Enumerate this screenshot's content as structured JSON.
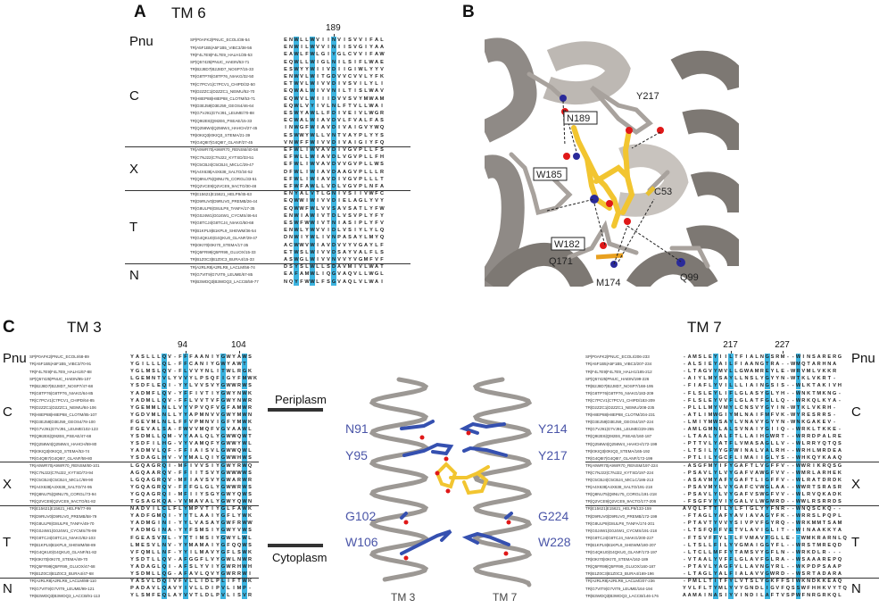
{
  "panel_a": {
    "letter": "A",
    "title": "TM 6",
    "position_labels": [
      "189"
    ],
    "groups": [
      "Pnu",
      "C",
      "X",
      "T",
      "N"
    ],
    "highlight_columns": [
      2,
      5,
      9
    ],
    "rows": [
      {
        "name": "SP|P0AFK2|PNUC_ECOLI/36-54",
        "seq": "ENWLLWVIINVISVVIFAL"
      },
      {
        "name": "TR|A5F1B5|A5F1B5_VIBC3/38-56",
        "seq": "ENWILWVVINIISVGIYAA"
      },
      {
        "name": "TR|F4L7E9|F4L7E9_HALH1/35-53",
        "seq": "EAWLFWLGIYGLCVVIFAW"
      },
      {
        "name": "SP|Q57425|PNUC_HAEIN/53-71",
        "seq": "EQWLLWIGLNILSIFLWAE"
      },
      {
        "name": "TR|B2J8D7|B2J8D7_NOSP7/15-33",
        "seq": "ESWYYWIIVDIIGIWLYYV"
      },
      {
        "name": "TR|G8TP76|G8TP76_NIAKG/32-50",
        "seq": "ENWVLWITGDVVCVVLYFK"
      },
      {
        "name": "TR|C7PCV1|C7PCV1_CHIPD/32-50",
        "seq": "ETWVLWIVVDIVSVILYLI"
      },
      {
        "name": "TR|D2ZZC1|D2ZZC1_NEIMU/52-70",
        "seq": "EQWALWIVVNILTISLWAV"
      },
      {
        "name": "TR|H8EP88|H8EP88_CLOTM/53-71",
        "seq": "EQWVLWIIIDVVSVYMWAM"
      },
      {
        "name": "TR|D3EJ59|D3EJ59_GEOS4/46-64",
        "seq": "EQWLVYIVLNLFTVLLWAI"
      },
      {
        "name": "TR|G7VJ91|G7VJ91_LEUME/70-88",
        "seq": "ESWYAWLLFDIVEIVLWGR"
      },
      {
        "name": "TR|Q9I2E6|Q9I2E6_PSEAE/15-33",
        "seq": "ECWALWIAVDVLFVALFAS"
      },
      {
        "name": "TR|Q256W4|Q256W4_HAHCH/27-45",
        "seq": "INWGFWIAVDIVAIGVYWQ"
      },
      {
        "name": "TR|I0KIQ3|I0KIQ3_STEMA/21-39",
        "seq": "ESWWYWLLVNTVAYPLYYS"
      },
      {
        "name": "TR|G4Q8I7|G4Q8I7_GLANF/27-45",
        "seq": "VNWFFWIVVDIVAIGIYFQ"
      },
      {
        "name": "TR|A9WR70|A9WR70_RENSM/40-58",
        "seq": "EFWLIWVAVDIVGVPLLFS"
      },
      {
        "name": "TR|C7NJ22|C7NJ22_KYTSD/33-51",
        "seq": "EFWLLWIAVDLVGVPLLFH"
      },
      {
        "name": "TR|C5CBJ4|C5CBJ4_MICLC/29-47",
        "seq": "EFWLIWVAVDVVGVPLLWS"
      },
      {
        "name": "TR|A4X638|A4X638_SALTO/34-52",
        "seq": "DFWLIWIAVDAAGVPLLLR"
      },
      {
        "name": "TR|Q8NU75|Q8NU75_CORGL/33-51",
        "seq": "EFWLIWIAVDIVGVPLLLT"
      },
      {
        "name": "TR|Q2VCE9|Q2VCE9_9ACTO/30-48",
        "seq": "EFWFAWLLVDLVGVPLNFA"
      },
      {
        "name": "TR|E15621|E15621_HELP9/45-63",
        "seq": "ENYALVTLGNIVSIIVWFC"
      },
      {
        "name": "TR|D9RUV0|D9RUV0_PREMB/26-44",
        "seq": "EQWWIWIVVDIELAGLYVY"
      },
      {
        "name": "TR|G8ULP8|G8ULP8_TANFA/17-35",
        "seq": "EQWWFWLVVSAVSATLYFW"
      },
      {
        "name": "TR|G0J4W1|G0J4W1_CYCMS/46-64",
        "seq": "ENWIAWIVTDLVSVPLYFY"
      },
      {
        "name": "TR|G8TCJ4|G8TCJ4_NIAKG/50-68",
        "seq": "ESWFWWIVTNIASIPLYFV"
      },
      {
        "name": "TR|B1KPL9|B1KPL9_SHEWM/36-54",
        "seq": "ENWLYWVVIDLVSIYLYLQ"
      },
      {
        "name": "TR|G4QKU0|G4QKU0_GLANF/29-47",
        "seq": "DNWIYWLIVNPASAYLMYQ"
      },
      {
        "name": "TR|I0KI70|I0KI70_STEMA/17-35",
        "seq": "ACWWVWIAVDVVYVGAYLF"
      },
      {
        "name": "TR|Q5FR99|Q5FR99_GLUOX/15-33",
        "seq": "ETWSLWIVVDSAYVALFLS"
      },
      {
        "name": "TR|B1Z0C3|B1Z0C3_BURA4/15-33",
        "seq": "ASWGLWIVVNVVYVGMFVF"
      },
      {
        "name": "TR|A2RLR8|A2RLR8_LACLM/56-74",
        "seq": "DSYSLWLLSDAVMIVLWAT"
      },
      {
        "name": "TR|G7VIT9|G7VIT9_LEUME/67-85",
        "seq": "EAFAMWLIQGVAQVLLWGL"
      },
      {
        "name": "TR|B3WDQ3|B3WDQ3_LACCB/59-77",
        "seq": "NQYFWWLFSGVAQLVLWAI"
      }
    ]
  },
  "panel_b": {
    "letter": "B",
    "residue_labels": {
      "y217": "Y217",
      "n189": "N189",
      "w185": "W185",
      "c53": "C53",
      "w182": "W182",
      "q171": "Q171",
      "m174": "M174",
      "q99": "Q99"
    },
    "colors": {
      "helix": "#8f8a86",
      "ligand": "#f2c530",
      "nitrogen": "#2a2a9a",
      "oxygen": "#e01818",
      "sulfur": "#e8a020"
    }
  },
  "panel_c": {
    "letter": "C",
    "tm3": {
      "title": "TM 3",
      "position_labels": [
        "94",
        "104"
      ],
      "groups": [
        "Pnu",
        "C",
        "X",
        "T",
        "N"
      ],
      "highlight_columns": [
        6,
        10,
        17,
        21
      ],
      "rows": [
        {
          "name": "SP|P0AFK2|PNUC_ECOLI/68-89",
          "seq": "YASLLLQV-FFFAANIYGWYAWS"
        },
        {
          "name": "TR|A5F1B5|A5F1B5_VIBC3/70-91",
          "seq": "YGILLLQL-FFCANIYGWYAWT"
        },
        {
          "name": "TR|F4L7E9|F4L7E9_HALH1/67-88",
          "seq": "YGLMSLQV-FLVVYNLITWLRGK"
        },
        {
          "name": "SP|Q57425|PNUC_HAEIN/85-107",
          "seq": "LGEMNTVLYVVYLPSQFIGYFMWK"
        },
        {
          "name": "TR|B2J8D7|B2J8D7_NOSP7/47-68",
          "seq": "YSDFLEQI-YYLVVSVYGWWRWS"
        },
        {
          "name": "TR|G8TP76|G8TP76_NIAKG/64-85",
          "seq": "YADMFLQV-YFFIVTIYGWYNWK"
        },
        {
          "name": "TR|C7PCV1|C7PCV1_CHIPD/64-85",
          "seq": "YADMLLQV-FFLVVTVFGWYNWR"
        },
        {
          "name": "TR|D2ZZC1|D2ZZC1_NEIMU/84-106",
          "seq": "YGEMMLNLLVYVPVQFVGFAMWR"
        },
        {
          "name": "TR|H8EP88|H8EP88_CLOTM/85-107",
          "seq": "YGDVMLNLLYYAPMNVVGWYMWN"
        },
        {
          "name": "TR|D3EJ59|D3EJ59_GEOS4/78-100",
          "seq": "FGEVMLNLLFFVPMNVIGFYMWK"
        },
        {
          "name": "TR|G7VJ91|G7VJ91_LEUME/102-123",
          "seq": "FGEVALSA-FWVVMQFVGVAAWL"
        },
        {
          "name": "TR|Q9I2E6|Q9I2E6_PSEAE/47-68",
          "seq": "YSDMLLQM-VYAALQLYGWWQWT"
        },
        {
          "name": "TR|Q256W4|Q256W4_HAHCH/59-80",
          "seq": "YSDFILHG-VYVAMQFYGWWYWL"
        },
        {
          "name": "TR|I0KIQ3|I0KIQ3_STEMA/53-74",
          "seq": "YADMVLQF-FFIAISVLGWWQWL"
        },
        {
          "name": "TR|G4Q8I7|G4Q8I7_GLANF/59-80",
          "seq": "YSDAGLHV-VYMALQIYGWWHWS"
        },
        {
          "name": "TR|A9WR70|A9WR70_RENSM/80-101",
          "seq": "LGQAGRQI-MFIVVSIYGWYRWQ"
        },
        {
          "name": "TR|C7NJ22|C7NJ22_KYTSD/73-94",
          "seq": "AGQAARQV-FFIITSVYGWWWWS"
        },
        {
          "name": "TR|C5CBJ4|C5CBJ4_MICLC/69-90",
          "seq": "LGQAGRQV-MFIAVSVYGWARWR"
        },
        {
          "name": "TR|A4X638|A4X638_SALTO/74-95",
          "seq": "YGQAGRQV-FFFGLGLYGWWRWS"
        },
        {
          "name": "TR|Q8NU75|Q8NU75_CORGL/73-94",
          "seq": "YGQAGRQI-MFIIYSGYGWYQWS"
        },
        {
          "name": "TR|Q2VCE9|Q2VCE9_9ACTO/61-82",
          "seq": "TGSAGKQA-VVMAVALYGWYQWN"
        },
        {
          "name": "TR|E15621|E15621_HELP9/77-99",
          "seq": "NADVILCLFLYMPVTIYGLFAWK"
        },
        {
          "name": "TR|D9RUV0|D9RUV0_PREMB/58-79",
          "seq": "YADFGMQI-YYTLAAIYGFLYWK"
        },
        {
          "name": "TR|G8ULP8|G8ULP8_TANFA/49-70",
          "seq": "YADMGINI-YYLVASAYGWFRWW"
        },
        {
          "name": "TR|G0J4W1|G0J4W1_CYCMS/78-99",
          "seq": "YADMGINA-YYFSMSIYGWYVWS"
        },
        {
          "name": "TR|G8TCJ4|G8TCJ4_NIAKG/82-103",
          "seq": "FGEASVNL-YYTIMSIYGWYLWL"
        },
        {
          "name": "TR|B1KPL9|B1KPL9_SHEWM/68-89",
          "seq": "LMESVLNV-YYMAMAIYGFQQWS"
        },
        {
          "name": "TR|G4QKU0|G4QKU0_GLANF/61-82",
          "seq": "VFQMLLNF-YYILMAVYGFLSWK"
        },
        {
          "name": "TR|I0KI70|I0KI70_STEMA/49-70",
          "seq": "YSDTLLQV-AFGGFLVYGWLNWR"
        },
        {
          "name": "TR|Q5FR99|Q5FR99_GLUOX/47-68",
          "seq": "YADAGLQI-AFSLYVIYGWRHWH"
        },
        {
          "name": "TR|B1Z0C3|B1Z0C3_BURA4/47-68",
          "seq": "YSDMLLQG-AFAVLQVYGWRRWI"
        },
        {
          "name": "TR|A2RLR8|A2RLR8_LACLM/88-110",
          "seq": "YASVLDQIVFVLLIDLPLIFTWK"
        },
        {
          "name": "TR|G7VIT9|G7VIT9_LEUME/99-121",
          "seq": "PADAVLQAVYIVLLDIPVLIMP-"
        },
        {
          "name": "TR|B3WDQ3|B3WDQ3_LACCB/91-113",
          "seq": "YLSMFEQLAYVVTLDLPVLISVR"
        }
      ]
    },
    "tm7": {
      "title": "TM 7",
      "position_labels": [
        "217",
        "227"
      ],
      "groups": [
        "Pnu",
        "C",
        "X",
        "T",
        "N"
      ],
      "highlight_columns": [
        6,
        9,
        16,
        22
      ],
      "rows": [
        {
          "name": "SP|P0AFK2|PNUC_ECOLI/206-233",
          "seq": "-AMSLEYIILTFIALNGSRM--WINSARERG"
        },
        {
          "name": "TR|A5F1B5|A5F1B5_VIBC3/207-234",
          "seq": "-ALSIEYAILFIAANGTRA--WMQTARHNA"
        },
        {
          "name": "TR|F4L7E9|F4L7E9_HALH1/185-212",
          "seq": "-LTAGVYMVLLGWAMREYLE-WRVMLVKKR"
        },
        {
          "name": "SP|Q57425|PNUC_HAEIN/199-226",
          "seq": "-AIYLMYSAYLLNSLYGYYN-WTKLVKRT-"
        },
        {
          "name": "TR|B2J8D7|B2J8D7_NOSP7/168-195",
          "seq": "-FIAFLYVILLLIAINGSIS--WLKTAKIVH"
        },
        {
          "name": "TR|G8TP76|G8TP76_NIAKG/183-209",
          "seq": "-FLSLEYLIFLGLASYGLYH--WNKTMKNG-"
        },
        {
          "name": "TR|C7PCV1|C7PCV1_CHIPD/183-209",
          "seq": "-FLSLEYVVFLGLATFGLLQ--WRKQLKYA-"
        },
        {
          "name": "TR|D2ZZC1|D2ZZC1_NEIMU/208-235",
          "seq": "-PLLLMYVMYLCNSVYGYIN-WTKLVKRH-"
        },
        {
          "name": "TR|H8EP88|H8EP88_CLOTM/204-231",
          "seq": "-ATLIMWGIYMLNAIFMFVK-WYRESRRS-"
        },
        {
          "name": "TR|D3EJ59|D3EJ59_GEOS4/197-224",
          "seq": "-LMIYMWSAYLVNAVYGYYN-WNKGAKEV-"
        },
        {
          "name": "TR|G7VJ91|G7VJ91_LEUME/229-255",
          "seq": "-AMLGMNLALSVNAIYGIIQ--WRKLTKKE-"
        },
        {
          "name": "TR|Q9I2E6|Q9I2E6_PSEAE/160-187",
          "seq": "-LTAALYALFTLLAIHGWRT--WRRDPALRE"
        },
        {
          "name": "TR|Q256W4|Q256W4_HAHCH/172-199",
          "seq": "-PTTVLYATFLVMASAGLLV--WLRRYQTQS"
        },
        {
          "name": "TR|I0KIQ3|I0KIQ3_STEMA/165-192",
          "seq": "-LTSILYYGFWINALVALRH--WRHLMRDEA"
        },
        {
          "name": "TR|G4Q8I7|G4Q8I7_GLANF/172-199",
          "seq": "-PTLILYGCFLIMAIIGLYS--WHKQYKAAQ"
        },
        {
          "name": "TR|A9WR70|A9WR70_RENSM/197-224",
          "seq": "-ASGFMYIFYGAFTLVGFFV--WWRIKRQSG"
        },
        {
          "name": "TR|C7NJ22|C7NJ22_KYTSD/197-224",
          "seq": "-PSAVLYLVYGAFVAWGFVV--WMRLARHEK"
        },
        {
          "name": "TR|C5CBJ4|C5CBJ4_MICLC/186-213",
          "seq": "-ASAVMYAFYGAFTLIGFFV--WLRATDRDK"
        },
        {
          "name": "TR|A4X638|A4X638_SALTO/191-218",
          "seq": "-PSAVMYLVYGAFCVWGLAA--WWRTSRASR"
        },
        {
          "name": "TR|Q8NU75|Q8NU75_CORGL/191-218",
          "seq": "-PSAVLYLVYGAFVSWGFVV--WLRVQKADK"
        },
        {
          "name": "TR|Q2VCE9|Q2VCE9_9ACTO/177-206",
          "seq": "-FSGFVYVIYGALVLWGMRD--WWLRSRRDS"
        },
        {
          "name": "TR|E15621|E15621_HELP9/133-159",
          "seq": "AVQLFTTILYLFIGLYYFNR--WNQSCKQ--"
        },
        {
          "name": "TR|D9RUV0|D9RUV0_PREMB/172-199",
          "seq": "-FTAGLYAFYAVIAVAGYFK--WRRSLPQPL"
        },
        {
          "name": "TR|G8ULP8|G8ULP8_TANFA/174-201",
          "seq": "-PTAVTYVVYSIVPVFGYRQ--WRKMMTSAM"
        },
        {
          "name": "TR|G0J4W1|G0J4W1_CYCMS/191-218",
          "seq": "-LTSFQFFVETVLAVIGLIT--WINAAKKYA"
        },
        {
          "name": "TR|G8TCJ4|G8TCJ4_NIAKG/200-227",
          "seq": "-FTSVFFYLILFVMAVFGLLE--WMKRARNLQ"
        },
        {
          "name": "TR|B1KPL9|B1KPL9_SHEWM/180-207",
          "seq": "-LTSLLFILYVGMAIGGYFL--WRSTMREQD"
        },
        {
          "name": "TR|G4QKU0|G4QKU0_GLANF/173-197",
          "seq": "-LTCLLMFFYTAMSVYGFLN--WRKDLR---"
        },
        {
          "name": "TR|I0KI70|I0KI70_STEMA/162-189",
          "seq": "-VTAALYVFFLGLAVFGLRA--WSAAAREPQ"
        },
        {
          "name": "TR|Q5FR99|Q5FR99_GLUOX/160-187",
          "seq": "-PTAVLYAGFVLLAVNGYRL--WKPDPSAAP"
        },
        {
          "name": "TR|B1Z0C3|B1Z0C3_BURA4/169-196",
          "seq": "-LTAGLYALFIALAVVGWRD--WSRTADARA"
        },
        {
          "name": "TR|A2RLR8|A2RLR8_LACLM/207-236",
          "seq": "-PMLLTITFYLVTSLYGKFFSIWKNDKKEAQ"
        },
        {
          "name": "TR|G7VIT9|G7VIT9_LEUME/164-194",
          "seq": "YVLFLTYMLYVYGNDLIGVFQSSWFHHKVYTQ"
        },
        {
          "name": "TR|B3WDQ3|B3WDQ3_LACCB/146-176",
          "seq": "AAMAINASIYVINDILAFTVSPWFNRGRKQL"
        }
      ]
    },
    "diagram": {
      "periplasm": "Periplasm",
      "cytoplasm": "Cytoplasm",
      "tm3_label": "TM 3",
      "tm7_label": "TM 7",
      "left_residues": [
        "N91",
        "Y95",
        "G102",
        "W106"
      ],
      "right_residues": [
        "Y214",
        "Y217",
        "G224",
        "W228"
      ],
      "colors": {
        "helix": "#9c9894",
        "residue": "#3550b0",
        "label": "#4a55a8",
        "ligand": "#f2c530",
        "oxygen": "#e01818"
      }
    }
  },
  "colors": {
    "highlight": "#3cb4e0"
  }
}
